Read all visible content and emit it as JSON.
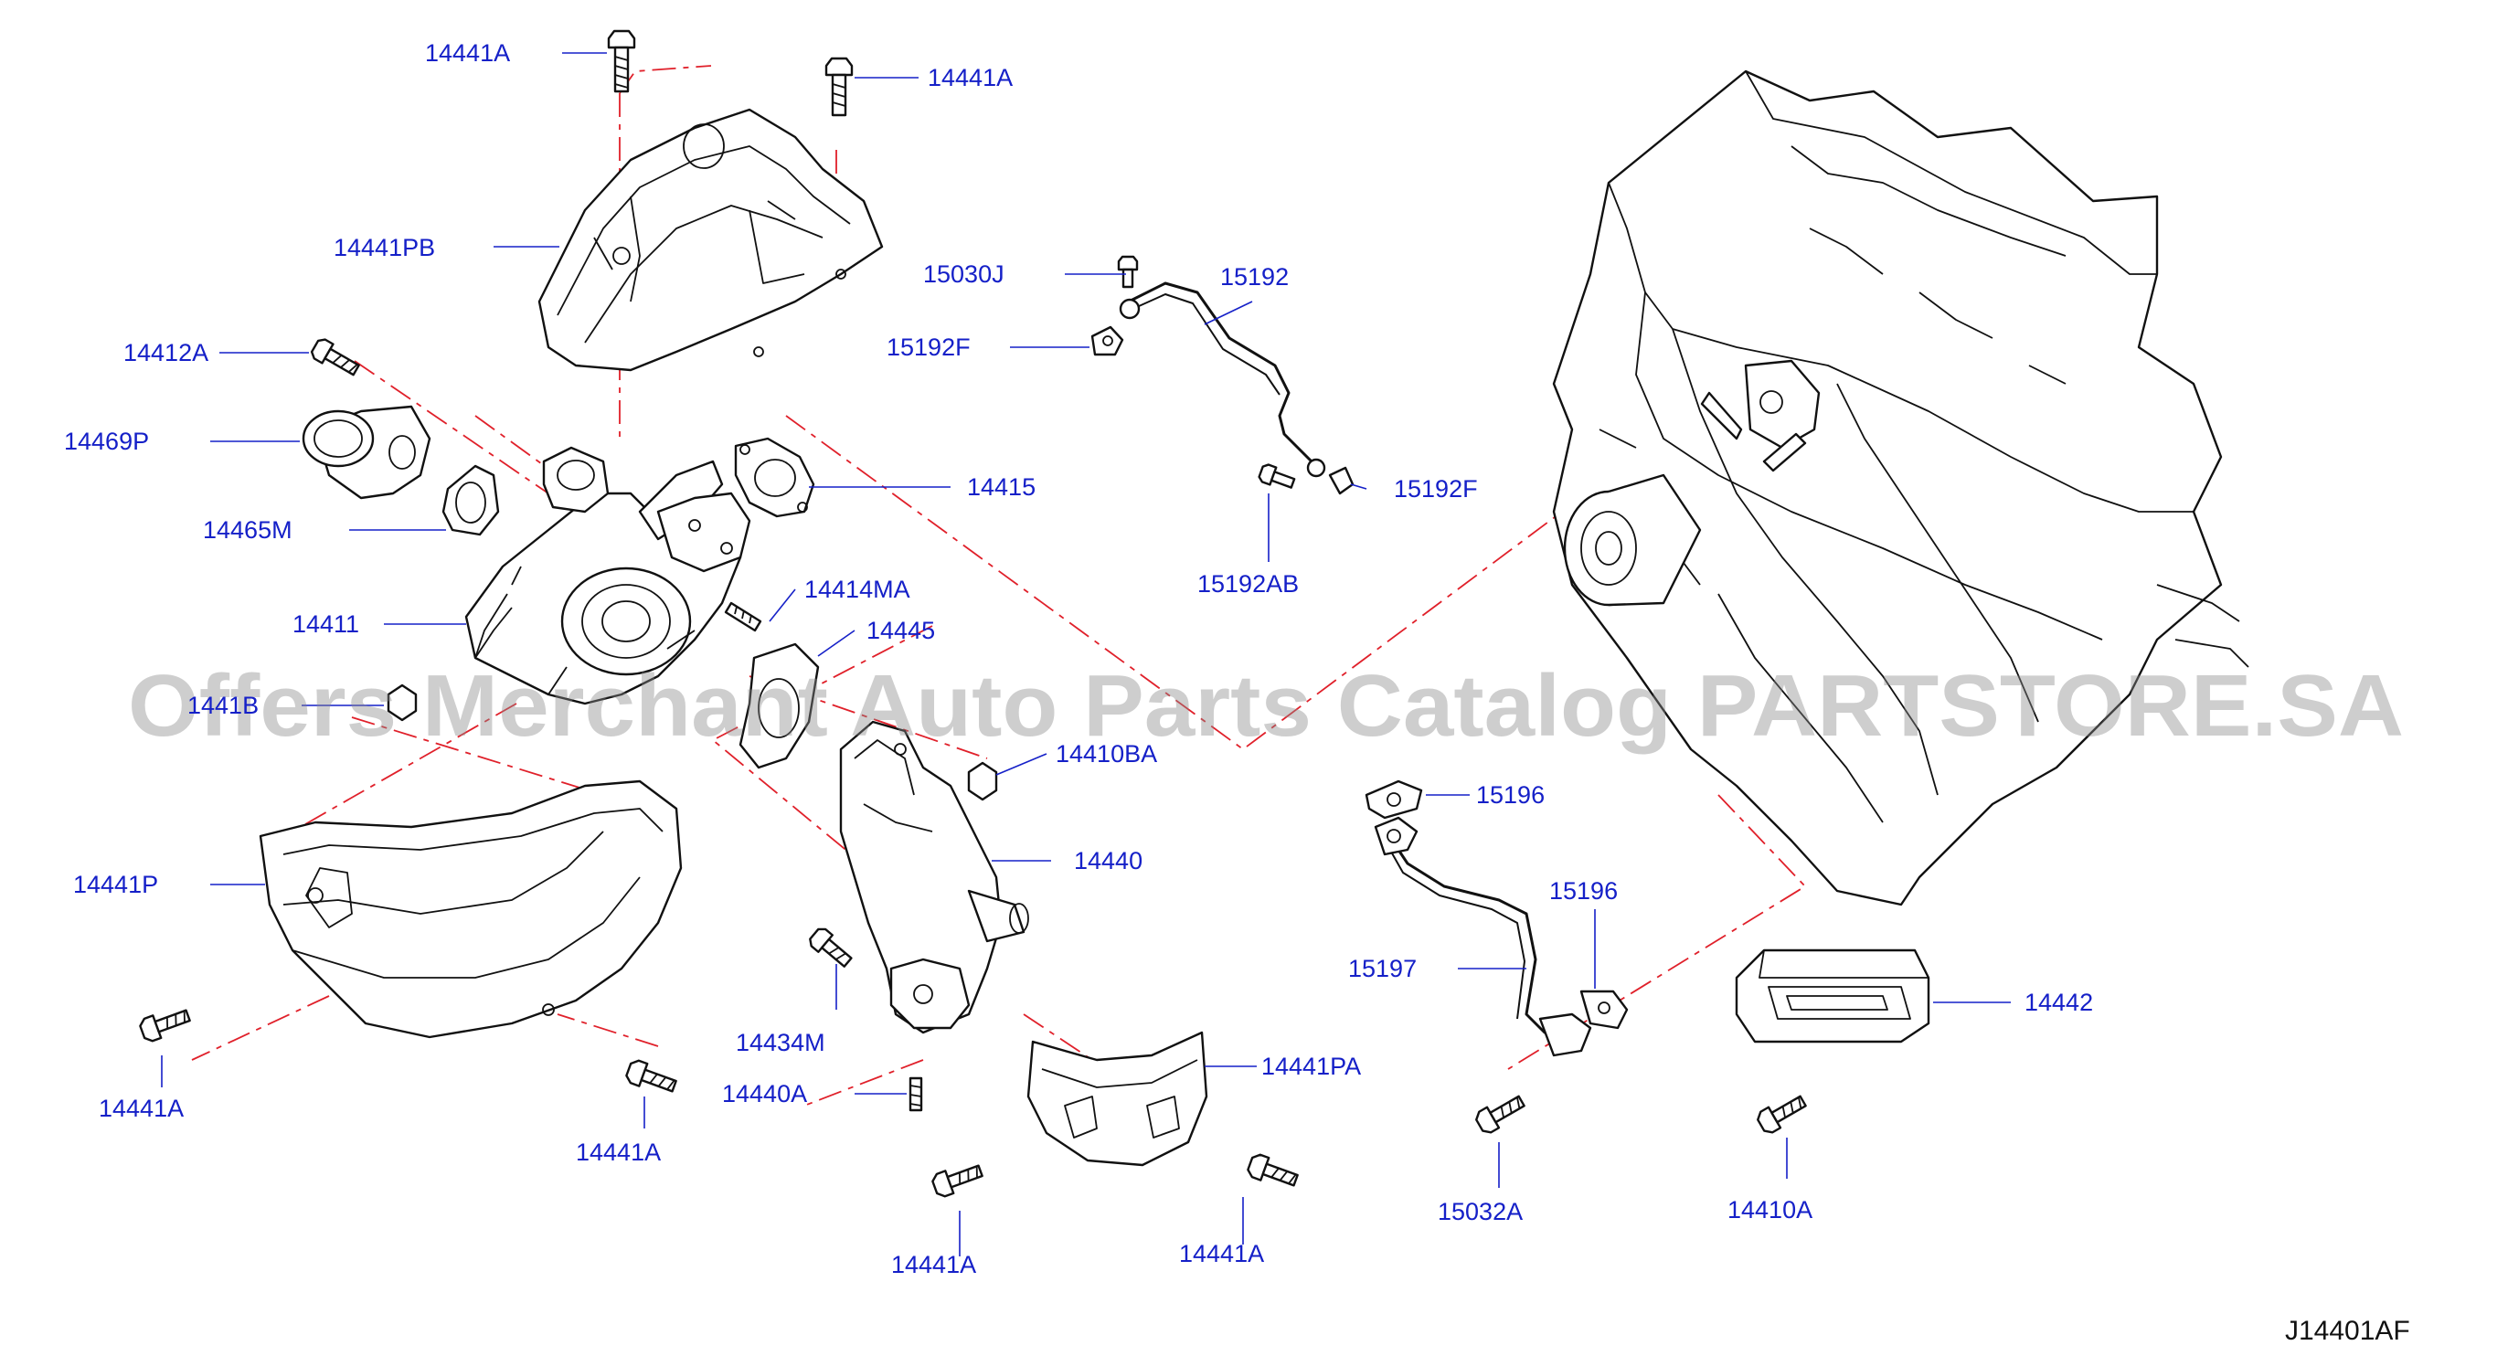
{
  "labels": {
    "l_14441A_top1": "14441A",
    "l_14441A_top2": "14441A",
    "l_14441PB": "14441PB",
    "l_14412A": "14412A",
    "l_14469P": "14469P",
    "l_14465M": "14465M",
    "l_14411": "14411",
    "l_14410B": "1441\u0000B",
    "l_15030J": "15030J",
    "l_15192F_top": "15192F",
    "l_15192": "15192",
    "l_15192F_bot": "15192F",
    "l_15192AB": "15192AB",
    "l_14415": "14415",
    "l_14414MA": "14414MA",
    "l_14445": "14445",
    "l_14410BA": "14410BA",
    "l_14440": "14440",
    "l_14441P": "14441P",
    "l_14434M": "14434M",
    "l_14440A": "14440A",
    "l_14441PA": "14441PA",
    "l_14441A_bl": "14441A",
    "l_14441A_bm": "14441A",
    "l_14441A_b3": "14441A",
    "l_14441A_b4": "14441A",
    "l_15196_a": "15196",
    "l_15196_b": "15196",
    "l_15197": "15197",
    "l_15032A": "15032A",
    "l_14442": "14442",
    "l_14410A": "14410A"
  },
  "watermark": "Offers Merchant Auto Parts Catalog PARTSTORE.SA",
  "diagram_code": "J14401AF",
  "colors": {
    "label": "#1520c8",
    "dash_line": "#e0202a",
    "outline": "#111111",
    "watermark": "#8a8a8a"
  }
}
